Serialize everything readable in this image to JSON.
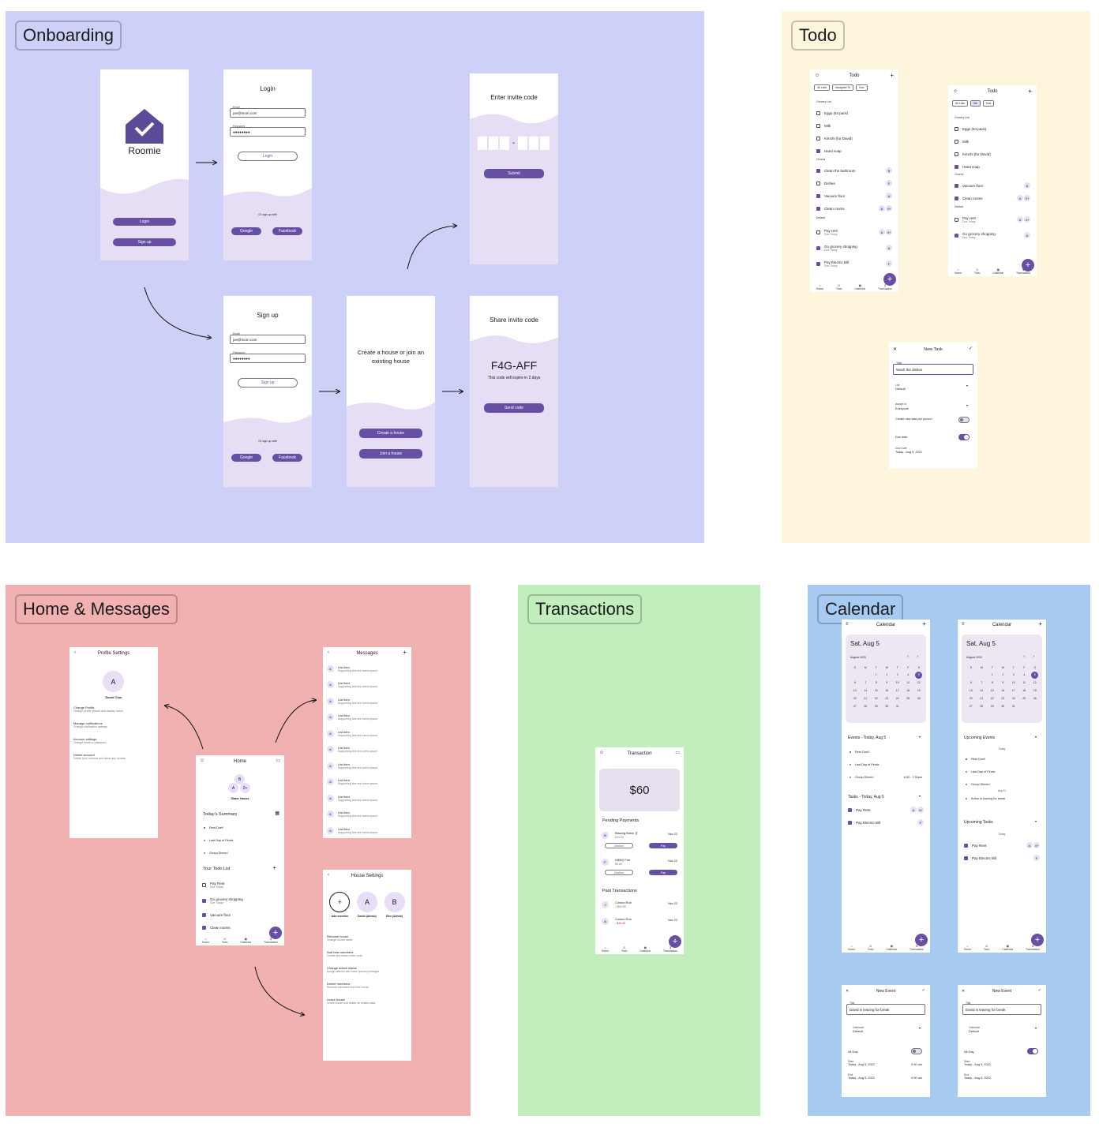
{
  "sections": {
    "onboarding": "Onboarding",
    "todo": "Todo",
    "home": "Home & Messages",
    "transactions": "Transactions",
    "calendar": "Calendar"
  },
  "colors": {
    "onboarding_bg": "#cdd1f8",
    "todo_bg": "#fdf6dd",
    "home_bg": "#f2b1b1",
    "transactions_bg": "#c2edbd",
    "calendar_bg": "#a7cbf0",
    "primary": "#6750a4",
    "wave": "#e6def4"
  },
  "onboarding": {
    "splash": {
      "app_name": "Roomie",
      "login": "Login",
      "signup": "Sign up"
    },
    "login": {
      "title": "Login",
      "email_label": "Email",
      "email_value": "joe@mom.com",
      "password_label": "Password",
      "password_value": "●●●●●●●●",
      "button": "Login",
      "or": "Or sign up with",
      "google": "Google",
      "facebook": "Facebook"
    },
    "invite": {
      "title": "Enter invite code",
      "dash": "-",
      "submit": "Submit"
    },
    "signup": {
      "title": "Sign up",
      "email_label": "Email",
      "email_value": "joe@mom.com",
      "password_label": "Password",
      "password_value": "●●●●●●●●",
      "button": "Sign up",
      "or": "Or sign up with",
      "google": "Google",
      "facebook": "Facebook"
    },
    "house": {
      "title": "Create a house or join an existing house",
      "create": "Create a house",
      "join": "Join a house"
    },
    "share": {
      "title": "Share invite code",
      "code": "F4G-AFF",
      "expire": "This code will expire in 2 days",
      "send": "Send code"
    }
  },
  "todo": {
    "title": "Todo",
    "filters": [
      "All Lists",
      "Assigned To",
      "Due"
    ],
    "filters2": [
      "All Lists",
      "Me",
      "Due"
    ],
    "groups": {
      "grocery": "Grocery List",
      "chores": "Chores",
      "default": "Default"
    },
    "grocery": [
      {
        "t": "Eggs (64 pack)",
        "c": false
      },
      {
        "t": "Milk",
        "c": false
      },
      {
        "t": "Kimchi (for David)",
        "c": false
      },
      {
        "t": "Hand soap",
        "c": true
      }
    ],
    "chores": [
      {
        "t": "Clean the bathroom",
        "c": true,
        "a": "B"
      },
      {
        "t": "Dishes",
        "c": false,
        "a": "F"
      },
      {
        "t": "Vacuum floor",
        "c": true,
        "a": "A"
      },
      {
        "t": "Clean rooms",
        "c": true,
        "a": "A",
        "b": "4+"
      }
    ],
    "default": [
      {
        "t": "Pay rent",
        "s": "Due Today",
        "c": false,
        "a": "A",
        "b": "4+"
      },
      {
        "t": "Go grocery shopping",
        "s": "Due Today",
        "c": true,
        "a": "A"
      },
      {
        "t": "Pay Electric Bill",
        "s": "Due Today",
        "c": true,
        "a": "F"
      }
    ],
    "grocery2": [
      {
        "t": "Eggs (64 pack)",
        "c": false
      },
      {
        "t": "Milk",
        "c": false
      },
      {
        "t": "Kimchi (for David)",
        "c": false
      },
      {
        "t": "Hand soap",
        "c": true
      }
    ],
    "chores2": [
      {
        "t": "Vacuum floor",
        "c": true,
        "a": "A"
      },
      {
        "t": "Clean rooms",
        "c": true,
        "a": "A",
        "b": "2+"
      }
    ],
    "default2": [
      {
        "t": "Pay rent",
        "s": "Due Today",
        "c": false,
        "a": "A",
        "b": "4+"
      },
      {
        "t": "Go grocery shopping",
        "s": "Due Today",
        "c": true,
        "a": "A"
      }
    ],
    "nav": [
      "Home",
      "Todo",
      "Calendar",
      "Transaction"
    ],
    "new_task": {
      "title": "New Task",
      "task_label": "Task",
      "task_value": "Wash the dishes",
      "list_label": "List",
      "list_value": "Default",
      "assign_label": "Assign to",
      "assign_value": "Everyone",
      "per_person": "Create new task per person",
      "due": "Due date",
      "due_label": "Due Date",
      "due_value": "Today - Aug 5, 2022"
    }
  },
  "home": {
    "profile": {
      "title": "Profile Settings",
      "avatar": "A",
      "name": "David Choi",
      "items": [
        {
          "t": "Change Profile",
          "s": "Change profile picture and display name"
        },
        {
          "t": "Manage notifications",
          "s": "Change notification settings"
        },
        {
          "t": "Account settings",
          "s": "Change email or password"
        },
        {
          "t": "Delete account",
          "s": "Delete your account and leave any houses"
        }
      ]
    },
    "home": {
      "title": "Home",
      "avatars": [
        "B",
        "A",
        "2+"
      ],
      "house": "Slater House",
      "summary": "Today's Summary",
      "events": [
        "Rent Due!!",
        "Last Day of Finals",
        "Group Dinner!"
      ],
      "todo": "Your Todo List",
      "todos": [
        {
          "t": "Pay Rent",
          "s": "Due Today",
          "c": false
        },
        {
          "t": "Go grocery shopping",
          "s": "Due Today",
          "c": true
        },
        {
          "t": "Vacuum floor",
          "s": "",
          "c": true
        },
        {
          "t": "Clean rooms",
          "s": "",
          "c": true
        }
      ]
    },
    "messages": {
      "title": "Messages",
      "item": "List item",
      "sub": "Supporting line text lorem ipsum",
      "avatar": "A",
      "count": 11
    },
    "house_settings": {
      "title": "House Settings",
      "members": [
        {
          "i": "+",
          "n": "Add member"
        },
        {
          "i": "A",
          "n": "David (Admin)"
        },
        {
          "i": "B",
          "n": "Ben (Admin)"
        }
      ],
      "items": [
        {
          "t": "Rename house",
          "s": "Change house name"
        },
        {
          "t": "Add new members",
          "s": "Create and share invite code"
        },
        {
          "t": "Change admin status",
          "s": "Assign admins who have special privileges"
        },
        {
          "t": "Delete members",
          "s": "Remove members from the house"
        },
        {
          "t": "Leave house",
          "s": "Leave house and delete all related data"
        }
      ]
    }
  },
  "transactions": {
    "title": "Transaction",
    "amount": "$60",
    "pending": "Pending Payments",
    "pending_items": [
      {
        "a": "B",
        "t": "Blazing Boba 🧋",
        "s": "$24.00",
        "d": "Nov 22"
      },
      {
        "a": "F",
        "t": "KBBQ Fee",
        "s": "$5.60",
        "d": "Nov 22"
      }
    ],
    "decline": "Decline",
    "pay": "Pay",
    "past": "Past Transactions",
    "past_items": [
      {
        "a": "J",
        "t": "Costco Run",
        "s": "+ $24.00",
        "d": "Nov 22"
      },
      {
        "a": "A",
        "t": "Costco Run",
        "s": "- $40.00",
        "d": "Nov 22"
      }
    ]
  },
  "calendar": {
    "title": "Calendar",
    "date": "Sat, Aug 5",
    "month": "August 2023",
    "days": [
      "S",
      "M",
      "T",
      "W",
      "T",
      "F",
      "S"
    ],
    "dates": [
      "",
      "",
      "1",
      "2",
      "3",
      "4",
      "5",
      "6",
      "7",
      "8",
      "9",
      "10",
      "11",
      "12",
      "13",
      "14",
      "15",
      "16",
      "17",
      "18",
      "19",
      "20",
      "21",
      "22",
      "23",
      "24",
      "25",
      "26",
      "27",
      "28",
      "29",
      "30",
      "31",
      "",
      ""
    ],
    "events_title": "Events - Today, Aug 5",
    "events": [
      {
        "t": "Rent Due!!",
        "time": ""
      },
      {
        "t": "Last Day of Finals",
        "time": ""
      },
      {
        "t": "Group Dinner!",
        "time": "6:30 - 7:30pm"
      }
    ],
    "tasks_title": "Tasks - Today, Aug 5",
    "tasks": [
      {
        "t": "Pay Rent",
        "a": "A",
        "b": "4+"
      },
      {
        "t": "Pay Electric Bill",
        "a": "F",
        "b": ""
      }
    ],
    "upcoming_events": "Upcoming Events",
    "today": "Today",
    "upcoming": [
      "Rent Due!!",
      "Last Day of Finals",
      "Group Dinner!"
    ],
    "aug11": "Aug 11",
    "aug_event": "Arthur is leaving for break",
    "upcoming_tasks": "Upcoming Tasks",
    "new_event": {
      "title": "New Event",
      "title_label": "Title",
      "title_value": "David is leaving for break",
      "cal_label": "Calendar",
      "cal_value": "Default",
      "allday": "All Day",
      "start": "Start",
      "start_value": "Today - Aug 5, 2022",
      "start_time": "9:30 am",
      "end": "End",
      "end_value": "Today - Aug 5, 2022",
      "end_time": "9:30 am"
    }
  }
}
